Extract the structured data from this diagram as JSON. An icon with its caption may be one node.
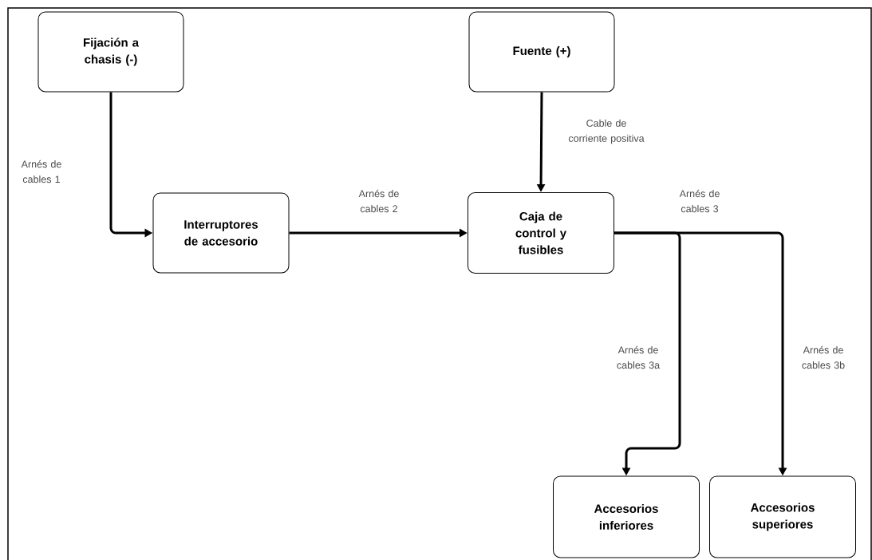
{
  "diagram": {
    "nodes": [
      {
        "text": [
          "Fijación a chasis (-)"
        ]
      },
      {
        "text": [
          "Fuente (+)"
        ]
      },
      {
        "text": [
          "Interruptores de accesorio"
        ]
      },
      {
        "text": [
          "Caja de control y fusibles"
        ]
      },
      {
        "text": [
          "Accesorios inferiores"
        ]
      },
      {
        "text": [
          "Accesorios superiores"
        ]
      }
    ],
    "edges": [
      {
        "from": 0,
        "to": 2,
        "arrow": "to",
        "label": "Arnés de cables 1"
      },
      {
        "from": 2,
        "to": 3,
        "arrow": "to",
        "label": "Arnés de cables 2"
      },
      {
        "from": 1,
        "to": 3,
        "arrow": "to",
        "label": "Cable de corriente positiva"
      },
      {
        "from": 3,
        "to": 4,
        "arrow": "to",
        "label": "Arnés de cables 3a"
      },
      {
        "from": 3,
        "to": 5,
        "arrow": "to",
        "label": "Arnés de cables 3b"
      }
    ],
    "labels": [
      "Arnés de cables 3"
    ]
  }
}
